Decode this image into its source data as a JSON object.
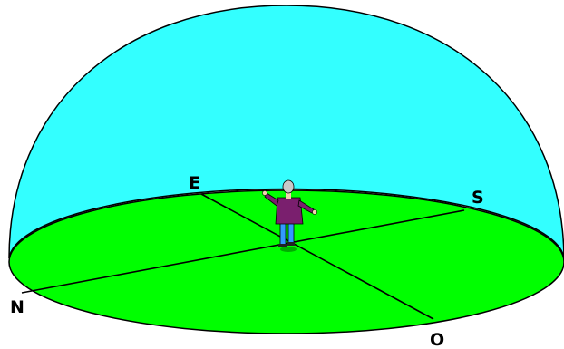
{
  "diagram": {
    "directions": {
      "north": "N",
      "east": "E",
      "south": "S",
      "west": "O"
    },
    "colors": {
      "sky_dome": "#33ffff",
      "ground": "#00ff00",
      "outline": "#000000",
      "background": "#ffffff"
    },
    "figure": "standing-person-icon"
  }
}
